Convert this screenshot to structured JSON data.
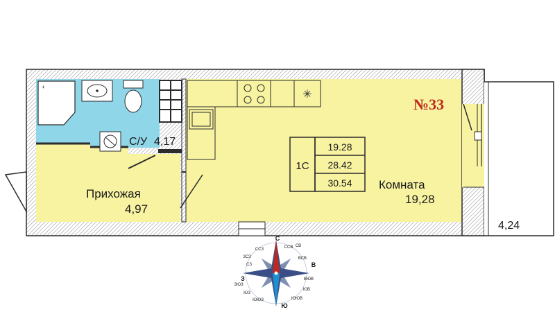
{
  "apartment": {
    "number_label": "№33"
  },
  "rooms": {
    "bathroom": {
      "name": "С/У",
      "area": "4,17"
    },
    "hallway": {
      "name": "Прихожая",
      "area": "4,97"
    },
    "living": {
      "name": "Комната",
      "area": "19,28"
    },
    "balcony": {
      "area": "4,24"
    }
  },
  "summary": {
    "type": "1С",
    "living_area": "19.28",
    "total_area": "28.42",
    "total_with_balcony": "30.54"
  },
  "compass": {
    "n": "С",
    "s": "Ю",
    "e": "В",
    "w": "З",
    "nne": "ССВ",
    "ne": "СВ",
    "ene": "ВСВ",
    "ese": "ВЮВ",
    "se": "ЮВ",
    "sse": "ЮЮВ",
    "ssw": "ЮЮЗ",
    "sw": "ЮЗ",
    "wsw": "ЗЮЗ",
    "wnw": "ЗСЗ",
    "nw": "СЗ",
    "nnw": "ССЗ"
  },
  "colors": {
    "room_fill": "#f7f3a1",
    "bathroom_fill": "#8fd6e8",
    "wall": "#2b2b2b",
    "wall_hatch": "#9a9a9a",
    "number_red": "#c0271d"
  }
}
